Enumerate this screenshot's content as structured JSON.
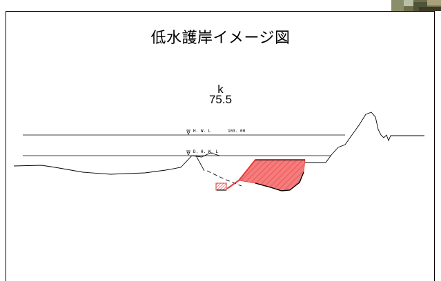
{
  "title": "低水護岸イメージ図",
  "station": {
    "prefix": "k",
    "value": "75.5"
  },
  "water_levels": {
    "hwl_label": "H. W. L",
    "hwl_value": "103. 00",
    "dhwl_label": "D. H. W. L"
  },
  "colors": {
    "revetment_fill": "#f47c7c",
    "revetment_hatch": "#e23b3b",
    "toe_block": "#e23b3b",
    "line": "#000000"
  }
}
